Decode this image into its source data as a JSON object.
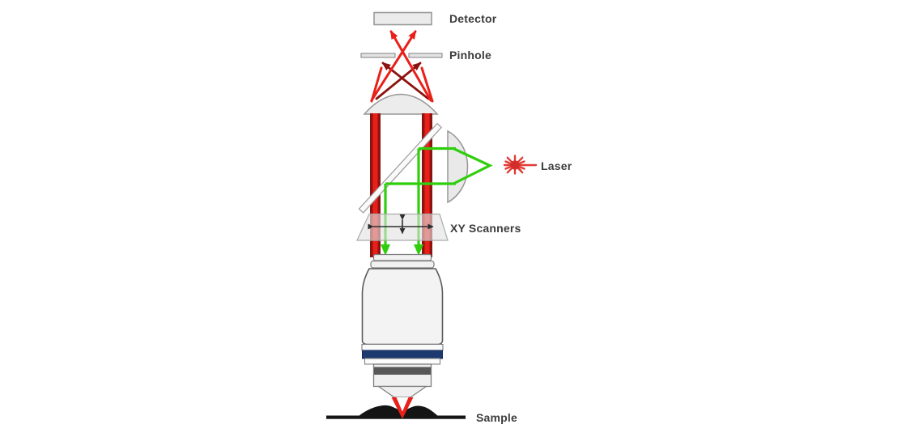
{
  "diagram": {
    "kind": "confocal-microscope-light-path",
    "labels": {
      "detector": "Detector",
      "pinhole": "Pinhole",
      "laser": "Laser",
      "xy_scanners": "XY Scanners",
      "sample": "Sample"
    },
    "icons": {
      "laser_icon": "starburst"
    }
  },
  "colors": {
    "beam_red": "#e9201a",
    "beam_dark_red": "#8c1310",
    "laser_green": "#2fce0d",
    "laser_icon_red": "#e23c35",
    "laser_icon_core": "#d32f2a",
    "component_fill": "#ededed",
    "component_stroke": "#8f8f8f",
    "body_stroke": "#5a5a5a",
    "navy_band": "#1d3a70",
    "dark_gray_band": "#585858",
    "scanner_arrow": "#2e2e2e",
    "sample_black": "#141414",
    "label_text": "#3c3c3c"
  }
}
